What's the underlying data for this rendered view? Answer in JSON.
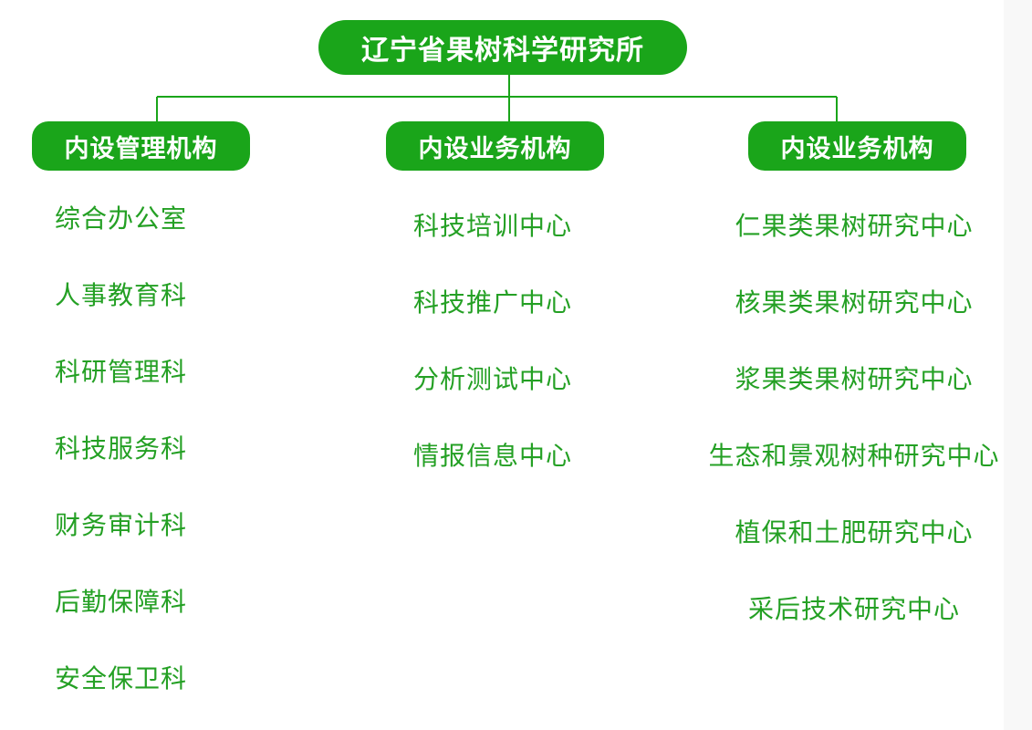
{
  "org_chart": {
    "root": {
      "label": "辽宁省果树科学研究所"
    },
    "colors": {
      "accent": "#1aa51a",
      "item_text": "#24a024",
      "pill_text": "#ffffff",
      "line": "#1aa51a"
    },
    "departments": [
      {
        "label": "内设管理机构",
        "items": [
          "综合办公室",
          "人事教育科",
          "科研管理科",
          "科技服务科",
          "财务审计科",
          "后勤保障科",
          "安全保卫科"
        ]
      },
      {
        "label": "内设业务机构",
        "items": [
          "科技培训中心",
          "科技推广中心",
          "分析测试中心",
          "情报信息中心"
        ]
      },
      {
        "label": "内设业务机构",
        "items": [
          "仁果类果树研究中心",
          "核果类果树研究中心",
          "浆果类果树研究中心",
          "生态和景观树种研究中心",
          "植保和土肥研究中心",
          "采后技术研究中心"
        ]
      }
    ]
  }
}
